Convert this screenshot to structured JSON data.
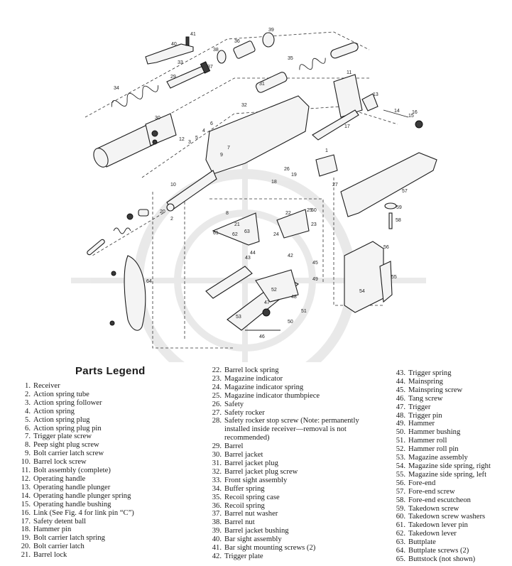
{
  "legend": {
    "title": "Parts Legend",
    "items": [
      {
        "num": "1.",
        "text": "Receiver"
      },
      {
        "num": "2.",
        "text": "Action spring tube"
      },
      {
        "num": "3.",
        "text": "Action spring follower"
      },
      {
        "num": "4.",
        "text": "Action spring"
      },
      {
        "num": "5.",
        "text": "Action spring plug"
      },
      {
        "num": "6.",
        "text": "Action spring plug pin"
      },
      {
        "num": "7.",
        "text": "Trigger plate screw"
      },
      {
        "num": "8.",
        "text": "Peep sight plug screw"
      },
      {
        "num": "9.",
        "text": "Bolt carrier latch screw"
      },
      {
        "num": "10.",
        "text": "Barrel lock screw"
      },
      {
        "num": "11.",
        "text": "Bolt assembly (complete)"
      },
      {
        "num": "12.",
        "text": "Operating handle"
      },
      {
        "num": "13.",
        "text": "Operating handle plunger"
      },
      {
        "num": "14.",
        "text": "Operating handle plunger spring"
      },
      {
        "num": "15.",
        "text": "Operating handle bushing"
      },
      {
        "num": "16.",
        "text": "Link (See Fig. 4 for link pin “C”)"
      },
      {
        "num": "17.",
        "text": "Safety detent ball"
      },
      {
        "num": "18.",
        "text": "Hammer pin"
      },
      {
        "num": "19.",
        "text": "Bolt carrier latch spring"
      },
      {
        "num": "20.",
        "text": "Bolt carrier latch"
      },
      {
        "num": "21.",
        "text": "Barrel lock"
      },
      {
        "num": "22.",
        "text": "Barrel lock spring"
      },
      {
        "num": "23.",
        "text": "Magazine indicator"
      },
      {
        "num": "24.",
        "text": "Magazine indicator spring"
      },
      {
        "num": "25.",
        "text": "Magazine indicator thumbpiece"
      },
      {
        "num": "26.",
        "text": "Safety"
      },
      {
        "num": "27.",
        "text": "Safety rocker"
      },
      {
        "num": "28.",
        "text": "Safety rocker stop screw (Note: permanently installed inside receiver—removal is not recommended)"
      },
      {
        "num": "29.",
        "text": "Barrel"
      },
      {
        "num": "30.",
        "text": "Barrel jacket"
      },
      {
        "num": "31.",
        "text": "Barrel jacket plug"
      },
      {
        "num": "32.",
        "text": "Barrel jacket plug screw"
      },
      {
        "num": "33.",
        "text": "Front sight assembly"
      },
      {
        "num": "34.",
        "text": "Buffer spring"
      },
      {
        "num": "35.",
        "text": "Recoil spring case"
      },
      {
        "num": "36.",
        "text": "Recoil spring"
      },
      {
        "num": "37.",
        "text": "Barrel nut washer"
      },
      {
        "num": "38.",
        "text": "Barrel nut"
      },
      {
        "num": "39.",
        "text": "Barrel jacket bushing"
      },
      {
        "num": "40.",
        "text": "Bar sight assembly"
      },
      {
        "num": "41.",
        "text": "Bar sight mounting screws (2)"
      },
      {
        "num": "42.",
        "text": "Trigger plate"
      },
      {
        "num": "43.",
        "text": "Trigger spring"
      },
      {
        "num": "44.",
        "text": "Mainspring"
      },
      {
        "num": "45.",
        "text": "Mainspring screw"
      },
      {
        "num": "46.",
        "text": "Tang screw"
      },
      {
        "num": "47.",
        "text": "Trigger"
      },
      {
        "num": "48.",
        "text": "Trigger pin"
      },
      {
        "num": "49.",
        "text": "Hammer"
      },
      {
        "num": "50.",
        "text": "Hammer bushing"
      },
      {
        "num": "51.",
        "text": "Hammer roll"
      },
      {
        "num": "52.",
        "text": "Hammer roll pin"
      },
      {
        "num": "53.",
        "text": "Magazine assembly"
      },
      {
        "num": "54.",
        "text": "Magazine side spring, right"
      },
      {
        "num": "55.",
        "text": "Magazine side spring, left"
      },
      {
        "num": "56.",
        "text": "Fore-end"
      },
      {
        "num": "57.",
        "text": "Fore-end screw"
      },
      {
        "num": "58.",
        "text": "Fore-end escutcheon"
      },
      {
        "num": "59.",
        "text": "Takedown screw"
      },
      {
        "num": "60.",
        "text": "Takedown screw washers"
      },
      {
        "num": "61.",
        "text": "Takedown lever pin"
      },
      {
        "num": "62.",
        "text": "Takedown lever"
      },
      {
        "num": "63.",
        "text": "Buttplate"
      },
      {
        "num": "64.",
        "text": "Buttplate screws (2)"
      },
      {
        "num": "65.",
        "text": "Buttstock (not shown)"
      }
    ]
  },
  "callouts": [
    "39",
    "40",
    "41",
    "34",
    "36",
    "38",
    "37",
    "35",
    "33",
    "30",
    "31",
    "29",
    "32",
    "11",
    "13",
    "14",
    "15",
    "16",
    "17",
    "12",
    "3",
    "5",
    "4",
    "6",
    "7",
    "9",
    "10",
    "1",
    "18",
    "19",
    "20",
    "2",
    "8",
    "21",
    "22",
    "23",
    "24",
    "25",
    "26",
    "27",
    "42",
    "43",
    "44",
    "45",
    "46",
    "47",
    "48",
    "49",
    "50",
    "51",
    "52",
    "53",
    "54",
    "55",
    "56",
    "57",
    "58",
    "59",
    "60",
    "61",
    "62",
    "63",
    "64"
  ]
}
